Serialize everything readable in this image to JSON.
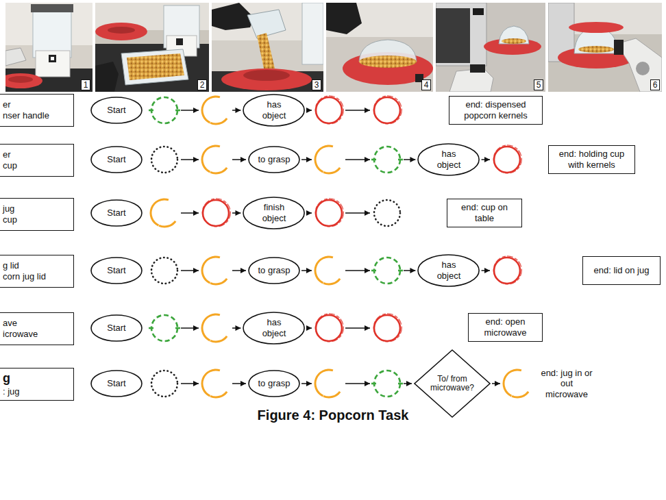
{
  "diagram": {
    "caption": "Figure 4: Popcorn Task",
    "nodes": [
      {
        "text": [
          "er",
          "nser handle"
        ]
      },
      {
        "text": [
          "Start"
        ]
      },
      {
        "text": [
          "has object"
        ]
      },
      {
        "text": [
          "end: dispensed popcorn kernels"
        ]
      },
      {
        "text": [
          "er",
          "cup"
        ]
      },
      {
        "text": [
          "Start"
        ]
      },
      {
        "text": [
          "to grasp"
        ]
      },
      {
        "text": [
          "has object"
        ]
      },
      {
        "text": [
          "end: holding cup with kernels"
        ]
      },
      {
        "text": [
          "jug",
          "cup"
        ]
      },
      {
        "text": [
          "Start"
        ]
      },
      {
        "text": [
          "finish object"
        ]
      },
      {
        "text": [
          "end: cup on table"
        ]
      },
      {
        "text": [
          "g lid",
          "corn jug lid"
        ]
      },
      {
        "text": [
          "Start"
        ]
      },
      {
        "text": [
          "to grasp"
        ]
      },
      {
        "text": [
          "has object"
        ]
      },
      {
        "text": [
          "end: lid on jug"
        ]
      },
      {
        "text": [
          "ave",
          "icrowave"
        ]
      },
      {
        "text": [
          "Start"
        ]
      },
      {
        "text": [
          "has object"
        ]
      },
      {
        "text": [
          "end: open microwave"
        ]
      },
      {
        "text": [
          "g",
          ": jug"
        ]
      },
      {
        "text": [
          "Start"
        ]
      },
      {
        "text": [
          "to grasp"
        ]
      },
      {
        "text": [
          "To/ from microwave?"
        ]
      }
    ],
    "labels": [
      "1",
      "2",
      "3",
      "4",
      "5",
      "6",
      "end: jug in or out microwave"
    ]
  }
}
